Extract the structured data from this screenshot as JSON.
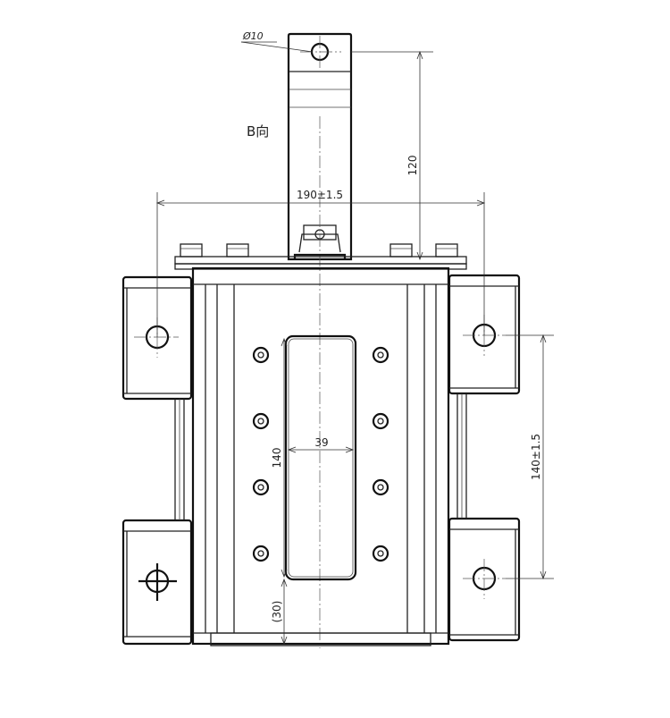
{
  "drawing": {
    "view_label": "B向",
    "dimensions": {
      "hole_diameter": "Ø10",
      "bracket_height": "120",
      "mount_width": "190±1.5",
      "window_width": "39",
      "window_height": "140",
      "mount_spacing": "140±1.5",
      "bottom_offset": "(30)"
    }
  }
}
